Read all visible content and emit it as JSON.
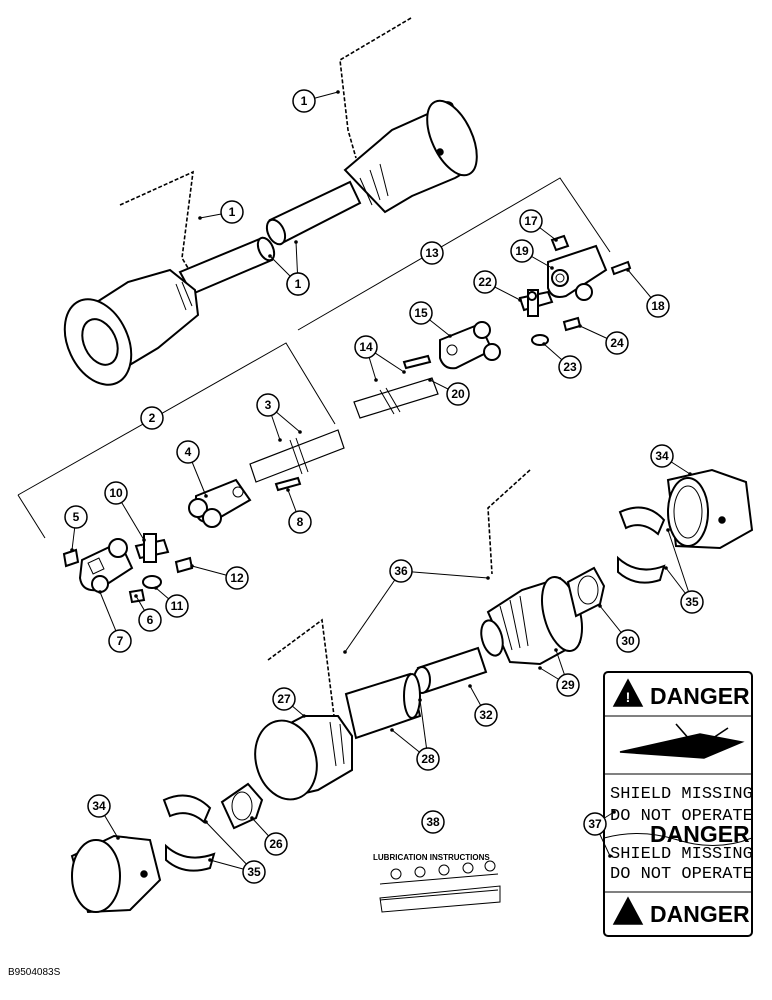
{
  "callouts": [
    "1",
    "1",
    "1",
    "1",
    "2",
    "3",
    "4",
    "5",
    "6",
    "7",
    "8",
    "10",
    "11",
    "12",
    "13",
    "14",
    "15",
    "17",
    "18",
    "19",
    "20",
    "22",
    "23",
    "24",
    "26",
    "27",
    "28",
    "29",
    "30",
    "32",
    "34",
    "34",
    "35",
    "35",
    "36",
    "37",
    "38"
  ],
  "lubrication": {
    "title": "LUBRICATION INSTRUCTIONS"
  },
  "decal": {
    "top_heading": "DANGER",
    "top_line1": "SHIELD MISSING",
    "top_line2": "DO NOT OPERATE",
    "bottom_cut_heading": "DANGER",
    "bottom_cut_line": "SHIELD MISSING",
    "bottom_line2": "DO NOT OPERATE",
    "bottom_heading": "DANGER",
    "alert_symbol": "!"
  },
  "figure_code": "B9504083S"
}
